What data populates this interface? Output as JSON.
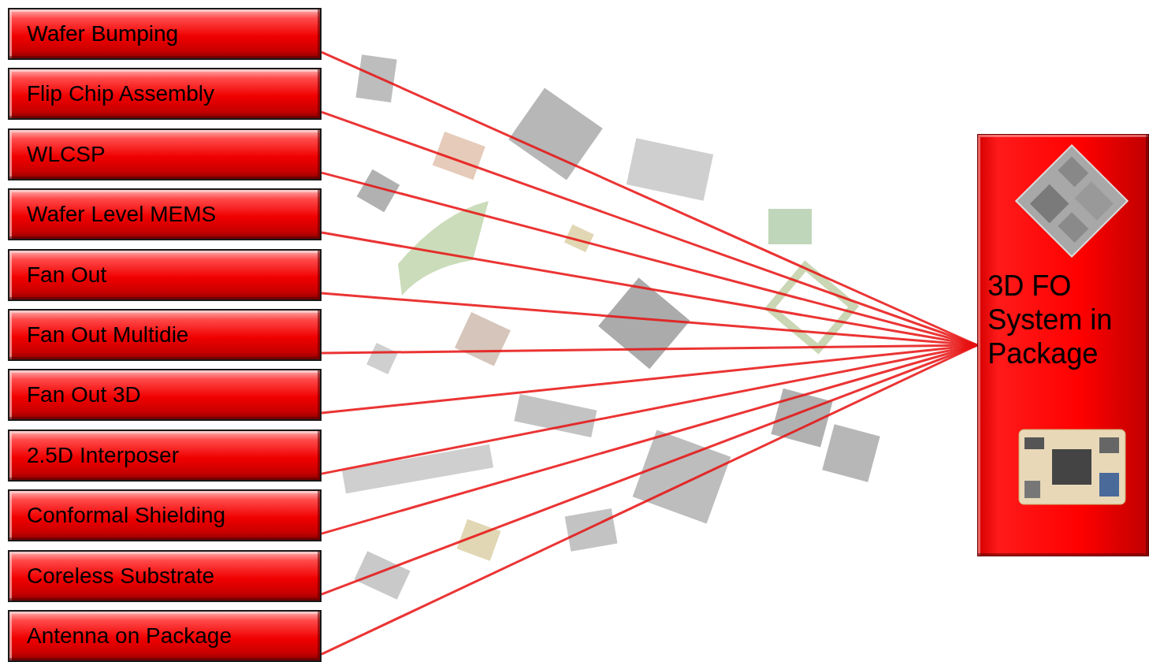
{
  "diagram": {
    "nodes": [
      {
        "text": [
          "Wafer Bumping"
        ]
      },
      {
        "text": [
          "Flip Chip Assembly"
        ]
      },
      {
        "text": [
          "WLCSP"
        ]
      },
      {
        "text": [
          "Wafer Level MEMS"
        ]
      },
      {
        "text": [
          "Fan Out"
        ]
      },
      {
        "text": [
          "Fan Out Multidie"
        ]
      },
      {
        "text": [
          "Fan Out 3D"
        ]
      },
      {
        "text": [
          "2.5D Interposer"
        ]
      },
      {
        "text": [
          "Conformal Shielding"
        ]
      },
      {
        "text": [
          "Coreless Substrate"
        ]
      },
      {
        "text": [
          "Antenna on Package"
        ]
      },
      {
        "text": [
          "3D FO System in Package"
        ]
      }
    ],
    "edges": [
      {
        "from": 0,
        "to": 11,
        "arrow": "none"
      },
      {
        "from": 1,
        "to": 11,
        "arrow": "none"
      },
      {
        "from": 2,
        "to": 11,
        "arrow": "none"
      },
      {
        "from": 3,
        "to": 11,
        "arrow": "none"
      },
      {
        "from": 4,
        "to": 11,
        "arrow": "none"
      },
      {
        "from": 5,
        "to": 11,
        "arrow": "none"
      },
      {
        "from": 6,
        "to": 11,
        "arrow": "none"
      },
      {
        "from": 7,
        "to": 11,
        "arrow": "none"
      },
      {
        "from": 8,
        "to": 11,
        "arrow": "none"
      },
      {
        "from": 9,
        "to": 11,
        "arrow": "none"
      },
      {
        "from": 10,
        "to": 11,
        "arrow": "none"
      }
    ]
  }
}
